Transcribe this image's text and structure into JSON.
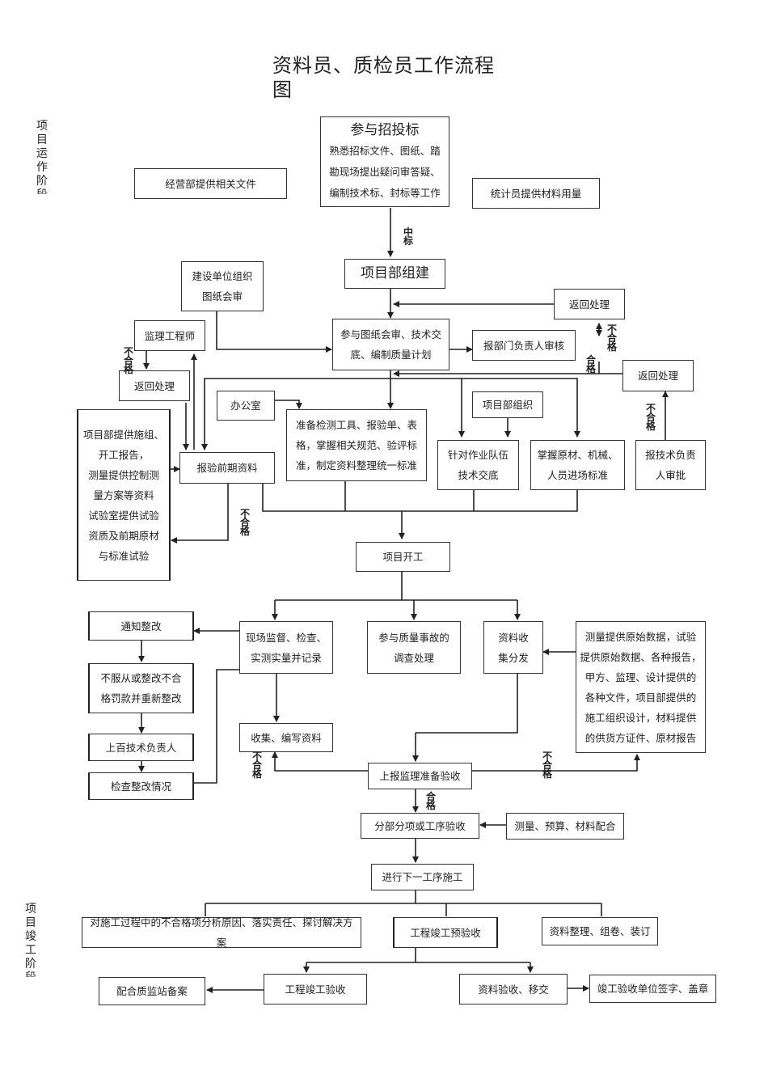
{
  "title": "资料员、质检员工作流程图",
  "side_labels": {
    "phase1": "项目运作阶段",
    "phase2": "项目竣工阶段"
  },
  "boxes": {
    "bidding_title": "参与招投标",
    "bidding_body": "熟悉招标文件、图纸、踏\n勘现场提出疑问审答疑、\n编制技术标、封标等工作",
    "ops_dept_docs": "经营部提供相关文件",
    "statistician_materials": "统计员提供材料用量",
    "project_setup": "项目部组建",
    "client_drawing_review": "建设单位组织\n图纸会审",
    "return_handling_1": "返回处理",
    "supervisor_engineer": "监理工程师",
    "drawing_review_tech": "参与图纸会审、技术交\n底、编制质量计划",
    "dept_head_review": "报部门负责人审核",
    "return_handling_2": "返回处理",
    "return_handling_3": "返回处理",
    "office": "办公室",
    "project_org": "项目部组织",
    "project_provides": "项目部提供施组、\n开工报告，\n测量提供控制测\n量方案等资料\n试验室提供试验\n资质及前期原材\n与标准试验",
    "report_preliminary": "报验前期资料",
    "prepare_tools": "准备检测工具、报验单、表\n格，掌握相关规范、验评标\n准，制定资料整理统一标准",
    "team_briefing": "针对作业队伍\n技术交底",
    "material_standards": "掌握原材、机械、\n人员进场标准",
    "tech_head_approval": "报技术负责\n人审批",
    "project_start": "项目开工",
    "notify_rectify": "通知整改",
    "onsite_supervision": "现场监督、检查、\n实测实量并记录",
    "quality_accident": "参与质量事故的\n调查处理",
    "data_collect_distribute": "资料收\n集分发",
    "survey_data": "测量提供原始数据，试验\n提供原始数据、各种报告，\n甲方、监理、设计提供的\n各种文件，项目部提供的\n施工组织设计，材料提供\n的供货方证件、原材报告",
    "noncompliance_penalty": "不服从或整改不合\n格罚款并重新整改",
    "collect_compile": "收集、编写资料",
    "report_to_tech_head": "上百技术负责人",
    "report_supervision": "上报监理准备验收",
    "check_rectify": "检查整改情况",
    "sub_acceptance": "分部分项或工序验收",
    "survey_budget_material": "测量、预算、材料配合",
    "next_process": "进行下一工序施工",
    "analyze_noncompliance": "对施工过程中的不合格项分析原因、落实责任、探讨解决方案",
    "pre_acceptance": "工程竣工预验收",
    "data_archive": "资料整理、组卷、装订",
    "quality_station": "配合质监站备案",
    "final_acceptance": "工程竣工验收",
    "data_handover": "资料验收、移交",
    "sign_seal": "竣工验收单位签字、盖章"
  },
  "edge_labels": {
    "won_bid": "中标",
    "fail_1": "不合格",
    "pass_1": "合格",
    "fail_2": "不合格",
    "fail_3": "不合格",
    "fail_4": "不合格",
    "fail_5": "不合格",
    "fail_6": "不合格",
    "pass_2": "合格"
  }
}
